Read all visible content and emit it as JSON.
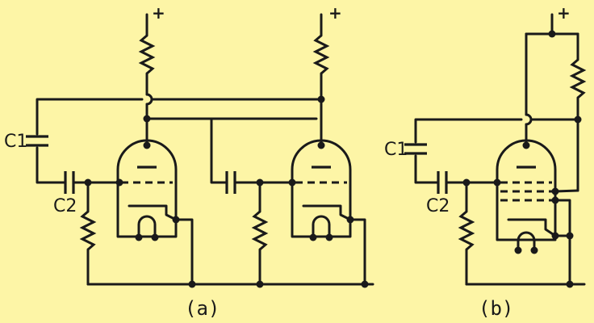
{
  "colors": {
    "background": "#fdf5a6",
    "ink": "#1a1a1a"
  },
  "labels": {
    "plus": "+",
    "c1": "C1",
    "c2": "C2",
    "caption_a": "(a)",
    "caption_b": "(b)"
  }
}
